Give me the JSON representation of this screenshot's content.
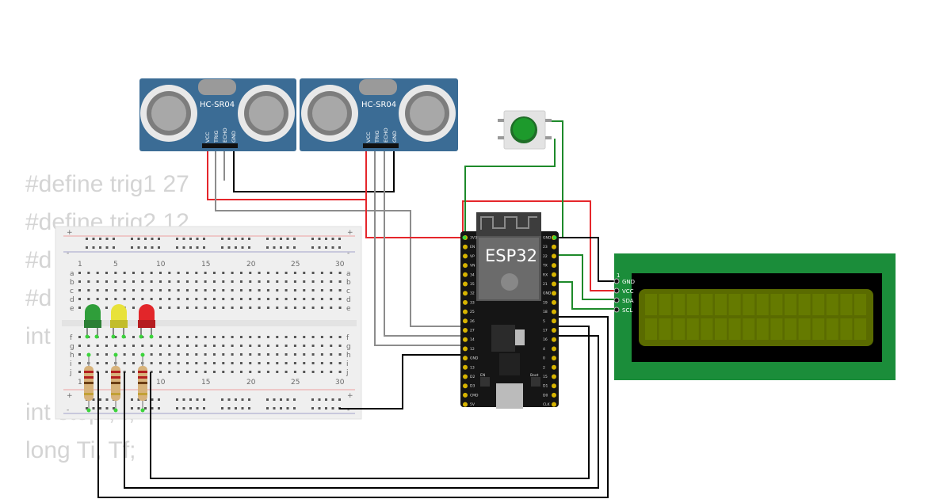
{
  "code": {
    "lines": [
      "#define trig1 27",
      "#define trig2 12",
      "#d",
      "#d",
      "int",
      "",
      "int step , I;",
      "long Ti, Tf;"
    ]
  },
  "sensors": [
    {
      "label": "HC-SR04",
      "pins": [
        "VCC",
        "TRIG",
        "ECHO",
        "GND"
      ]
    },
    {
      "label": "HC-SR04",
      "pins": [
        "VCC",
        "TRIG",
        "ECHO",
        "GND"
      ]
    }
  ],
  "esp32": {
    "label": "ESP32",
    "left_pins": [
      "3V3",
      "EN",
      "VP",
      "VN",
      "34",
      "35",
      "32",
      "33",
      "25",
      "26",
      "27",
      "14",
      "12",
      "GND",
      "13",
      "D2",
      "D3",
      "CMD",
      "5V"
    ],
    "right_pins": [
      "GND",
      "23",
      "22",
      "TX",
      "RX",
      "21",
      "GND",
      "19",
      "18",
      "5",
      "17",
      "16",
      "4",
      "0",
      "2",
      "15",
      "D1",
      "D0",
      "CLK"
    ],
    "buttons": [
      "EN",
      "Boot"
    ]
  },
  "lcd": {
    "pin_index": "1",
    "pins": [
      "GND",
      "VCC",
      "SDA",
      "SCL"
    ]
  },
  "breadboard": {
    "col_numbers": [
      "1",
      "5",
      "10",
      "15",
      "20",
      "25",
      "30"
    ],
    "rows_top": [
      "a",
      "b",
      "c",
      "d",
      "e"
    ],
    "rows_bottom": [
      "f",
      "g",
      "h",
      "i",
      "j"
    ],
    "rail_plus": "+",
    "rail_minus": "-"
  },
  "leds": [
    {
      "color": "green",
      "hex": "#2f9e3a"
    },
    {
      "color": "yellow",
      "hex": "#e8e23a"
    },
    {
      "color": "red",
      "hex": "#e2262a"
    }
  ],
  "pushbutton": {
    "color": "green",
    "hex": "#1d9a2c"
  },
  "wire_colors": {
    "black": "#000000",
    "red": "#e5262b",
    "gray": "#8c8c8c",
    "green": "#1d8a2a"
  }
}
